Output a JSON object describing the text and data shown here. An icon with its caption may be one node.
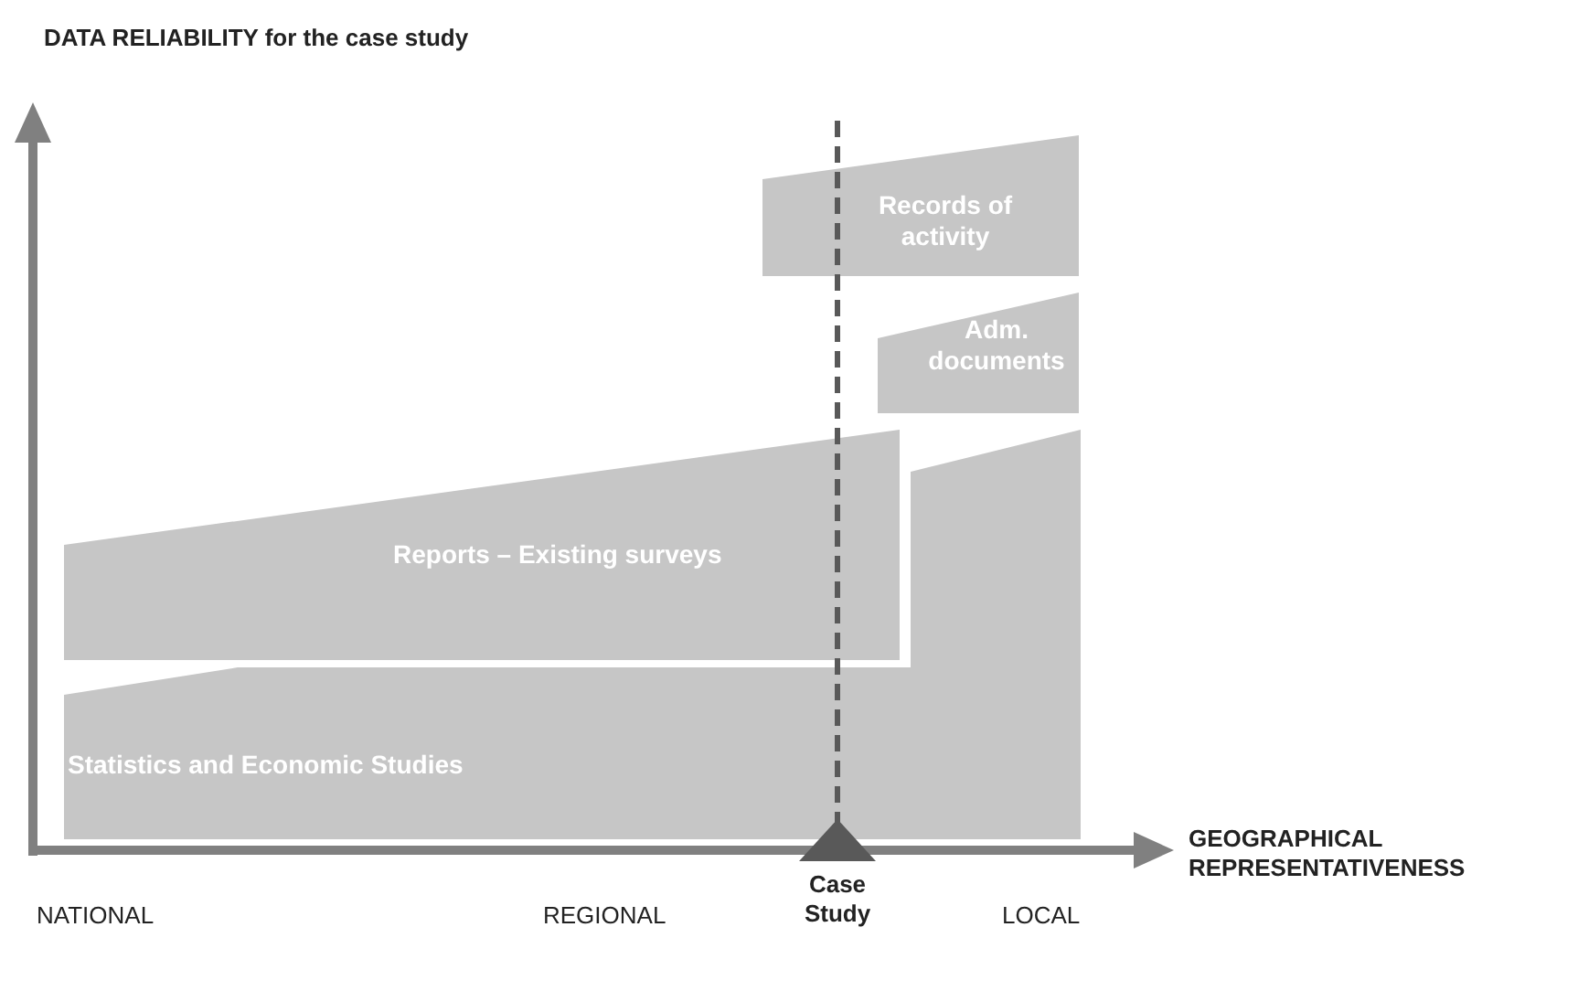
{
  "diagram": {
    "nodes": [
      {
        "text": [
          "Records of activity"
        ]
      },
      {
        "text": [
          "Adm. documents"
        ]
      },
      {
        "text": [
          "Reports – Existing surveys"
        ]
      },
      {
        "text": [
          "Statistics and Economic Studies"
        ]
      },
      {
        "text": [
          "Case Study"
        ]
      }
    ],
    "labels": [
      "DATA RELIABILITY for the case study",
      "GEOGRAPHICAL REPRESENTATIVENESS",
      "NATIONAL",
      "REGIONAL",
      "LOCAL"
    ]
  }
}
